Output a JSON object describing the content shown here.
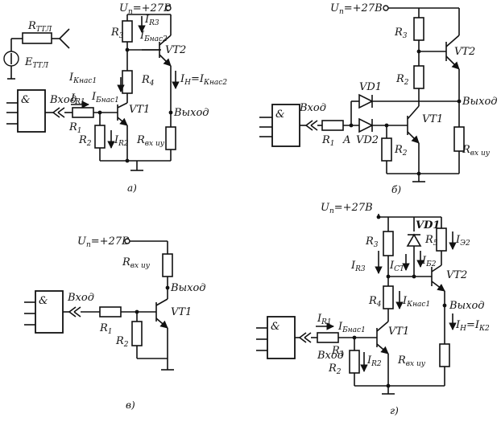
{
  "diagrams": {
    "a": {
      "caption": "а)",
      "supply": "U",
      "supply_sub": "п",
      "supply_val": "=+27В",
      "r_ttl": "R",
      "r_ttl_sub": "ТТЛ",
      "e_ttl": "E",
      "e_ttl_sub": "ТТЛ",
      "gate_symbol": "&",
      "input_label": "Вход",
      "output_label": "Выход",
      "r1": "R",
      "r1_sub": "1",
      "r2": "R",
      "r2_sub": "2",
      "r3": "R",
      "r3_sub": "3",
      "r4": "R",
      "r4_sub": "4",
      "rvx": "R",
      "rvx_sub": "вх иу",
      "i_r1": "I",
      "i_r1_sub": "R1",
      "i_r2": "I",
      "i_r2_sub": "R2",
      "i_r3": "I",
      "i_r3_sub": "R3",
      "i_bnas1": "I",
      "i_bnas1_sub": "Бнас1",
      "i_bnas2": "I",
      "i_bnas2_sub": "Бнас2",
      "i_knas1": "I",
      "i_knas1_sub": "Кнас1",
      "i_n": "I",
      "i_n_sub": "Н",
      "i_n_eq": "=I",
      "i_n_eq_sub": "Кнас2",
      "vt1": "VT1",
      "vt2": "VT2"
    },
    "b": {
      "caption": "б)",
      "supply": "U",
      "supply_sub": "п",
      "supply_val": "=+27В",
      "gate_symbol": "&",
      "input_label": "Вход",
      "output_label": "Выход",
      "node_a": "A",
      "r1": "R",
      "r1_sub": "1",
      "r2": "R",
      "r2_sub": "2",
      "r2b": "R",
      "r2b_sub": "2",
      "r3": "R",
      "r3_sub": "3",
      "rvx": "R",
      "rvx_sub": "вх иу",
      "vd1": "VD1",
      "vd2": "VD2",
      "vt1": "VT1",
      "vt2": "VT2"
    },
    "v": {
      "caption": "в)",
      "supply": "U",
      "supply_sub": "п",
      "supply_val": "=+27В",
      "gate_symbol": "&",
      "input_label": "Вход",
      "output_label": "Выход",
      "r1": "R",
      "r1_sub": "1",
      "r2": "R",
      "r2_sub": "2",
      "rvx": "R",
      "rvx_sub": "вх иу",
      "vt1": "VT1"
    },
    "g": {
      "caption": "г)",
      "supply": "U",
      "supply_sub": "п",
      "supply_val": "=+27В",
      "gate_symbol": "&",
      "input_label": "Вход",
      "output_label": "Выход",
      "vd1": "VD1",
      "r1": "R",
      "r1_sub": "1",
      "r2": "R",
      "r2_sub": "2",
      "r3": "R",
      "r3_sub": "3",
      "r4": "R",
      "r4_sub": "4",
      "r5": "R",
      "r5_sub": "5",
      "rvx": "R",
      "rvx_sub": "вх иу",
      "i_r1": "I",
      "i_r1_sub": "R1",
      "i_r2": "I",
      "i_r2_sub": "R2",
      "i_r3": "I",
      "i_r3_sub": "R3",
      "i_st": "I",
      "i_st_sub": "СТ",
      "i_b2": "I",
      "i_b2_sub": "Б2",
      "i_e2": "I",
      "i_e2_sub": "Э2",
      "i_bnas1": "I",
      "i_bnas1_sub": "Бнас1",
      "i_knas1": "I",
      "i_knas1_sub": "Кнас1",
      "i_n": "I",
      "i_n_sub": "Н",
      "i_n_eq": "=I",
      "i_n_eq_sub": "К2",
      "vt1": "VT1",
      "vt2": "VT2"
    }
  }
}
